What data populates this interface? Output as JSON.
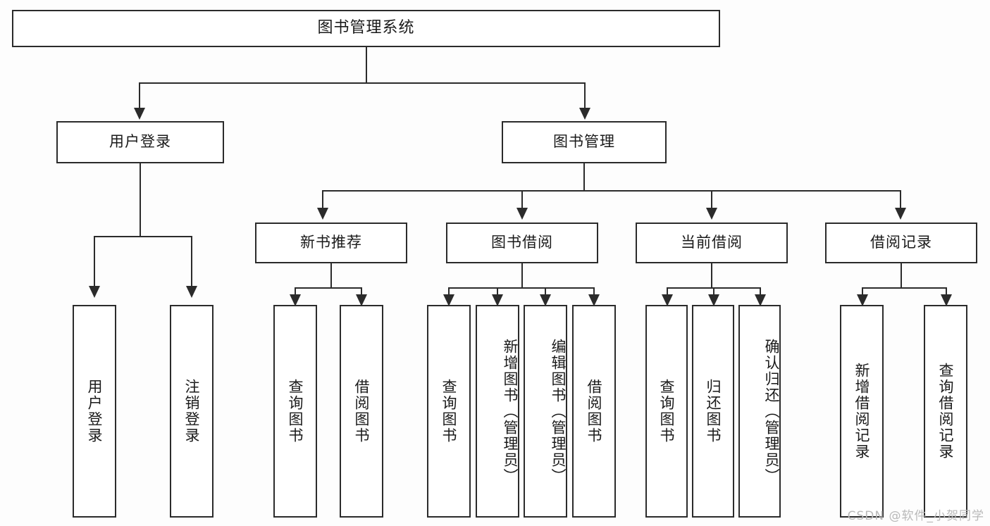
{
  "diagram": {
    "type": "hierarchy-tree",
    "title": "图书管理系统",
    "levels": 4,
    "colors": {
      "background": "#fdfdfd",
      "box_fill": "#ffffff",
      "line": "#2b2b2b",
      "text": "#1a1a1a",
      "watermark": "#b9b9b9"
    },
    "root": {
      "label": "图书管理系统"
    },
    "level2": [
      {
        "label": "用户登录"
      },
      {
        "label": "图书管理"
      }
    ],
    "level3": [
      {
        "label": "新书推荐"
      },
      {
        "label": "图书借阅"
      },
      {
        "label": "当前借阅"
      },
      {
        "label": "借阅记录"
      }
    ],
    "leaves": {
      "user_login": [
        {
          "label": "用户登录"
        },
        {
          "label": "注销登录"
        }
      ],
      "new_book_recommend": [
        {
          "label": "查询图书"
        },
        {
          "label": "借阅图书"
        }
      ],
      "book_borrow": [
        {
          "label": "查询图书"
        },
        {
          "label": "新增图书（管理员）"
        },
        {
          "label": "编辑图书（管理员）"
        },
        {
          "label": "借阅图书"
        }
      ],
      "current_borrow": [
        {
          "label": "查询图书"
        },
        {
          "label": "归还图书"
        },
        {
          "label": "确认归还（管理员）"
        }
      ],
      "borrow_record": [
        {
          "label": "新增借阅记录"
        },
        {
          "label": "查询借阅记录"
        }
      ]
    }
  },
  "watermark": {
    "text": "CSDN @软件_小贺同学"
  }
}
